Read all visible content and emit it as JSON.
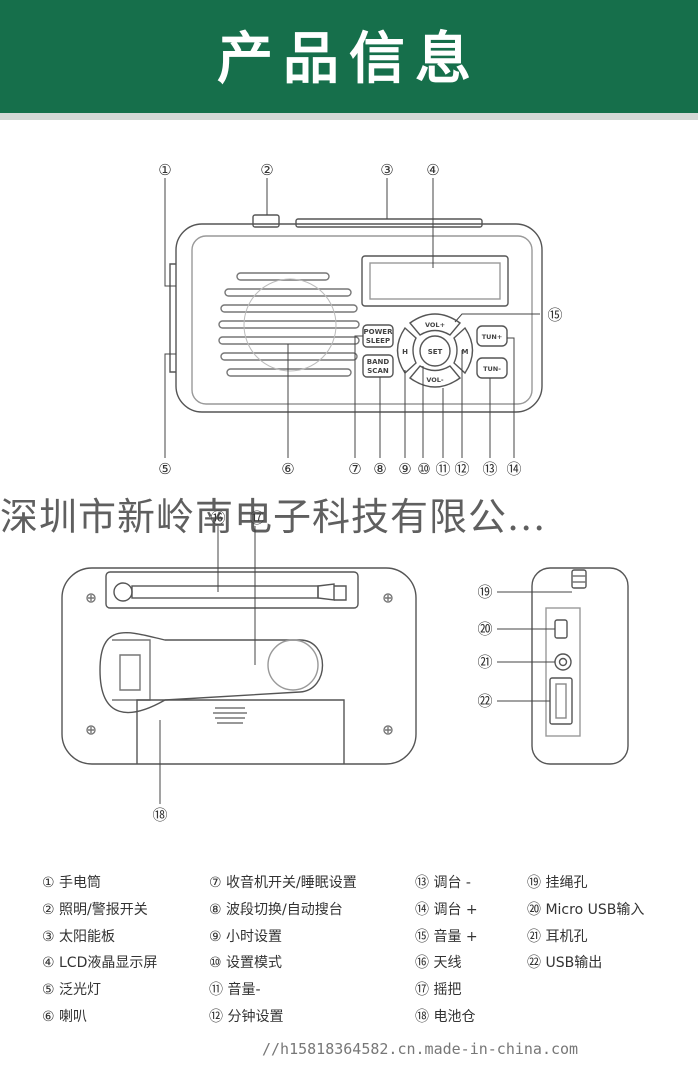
{
  "header": {
    "title": "产品信息"
  },
  "watermark": {
    "text": "深圳市新岭南电子科技有限公..."
  },
  "radio": {
    "buttons": {
      "power_line1": "POWER",
      "power_line2": "SLEEP",
      "band_line1": "BAND",
      "band_line2": "SCAN",
      "vol_up": "VOL+",
      "vol_down": "VOL-",
      "set": "SET",
      "hour": "H",
      "minute": "M",
      "tun_up": "TUN+",
      "tun_down": "TUN-"
    }
  },
  "callouts": {
    "c1": "①",
    "c2": "②",
    "c3": "③",
    "c4": "④",
    "c5": "⑤",
    "c6": "⑥",
    "c7": "⑦",
    "c8": "⑧",
    "c9": "⑨",
    "c10": "⑩",
    "c11": "⑪",
    "c12": "⑫",
    "c13": "⑬",
    "c14": "⑭",
    "c15": "⑮",
    "c16": "⑯",
    "c17": "⑰",
    "c18": "⑱",
    "c19": "⑲",
    "c20": "⑳",
    "c21": "㉑",
    "c22": "㉒"
  },
  "legend": {
    "col1": [
      "① 手电筒",
      "② 照明/警报开关",
      "③ 太阳能板",
      "④ LCD液晶显示屏",
      "⑤ 泛光灯",
      "⑥ 喇叭"
    ],
    "col2": [
      "⑦ 收音机开关/睡眠设置",
      "⑧ 波段切换/自动搜台",
      "⑨ 小时设置",
      "⑩ 设置模式",
      "⑪ 音量-",
      "⑫ 分钟设置"
    ],
    "col3": [
      "⑬ 调台 -",
      "⑭ 调台 +",
      "⑮ 音量 +",
      "⑯ 天线",
      "⑰ 摇把",
      "⑱ 电池仓"
    ],
    "col4": [
      "⑲ 挂绳孔",
      "⑳ Micro USB输入",
      "㉑ 耳机孔",
      "㉒ USB输出"
    ]
  },
  "footer": {
    "url": "//h15818364582.cn.made-in-china.com"
  }
}
